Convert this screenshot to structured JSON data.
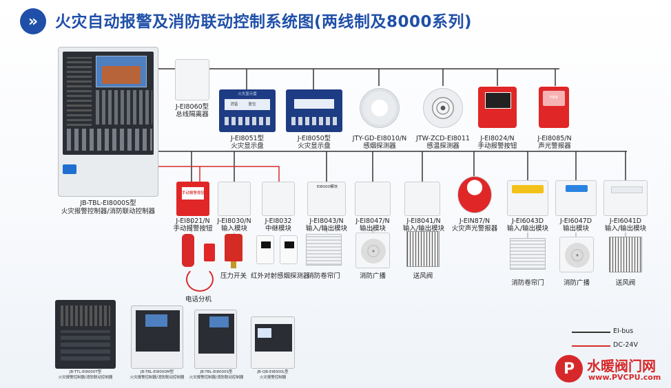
{
  "title": "火灾自动报警及消防联动控制系统图(两线制及8000系列)",
  "main_controller": {
    "label_model": "JB-TBL-EI8000S型",
    "label_desc": "火灾报警控制器/消防联动控制器"
  },
  "top_row": [
    {
      "model": "J-EI8060型",
      "desc": "总线隔离器"
    },
    {
      "model": "J-EI8051型",
      "desc": "火灾显示盘"
    },
    {
      "model": "J-EI8050型",
      "desc": "火灾显示盘"
    },
    {
      "model": "JTY-GD-EI8010/N",
      "desc": "感烟探测器"
    },
    {
      "model": "JTW-ZCD-EI8011",
      "desc": "感温探测器"
    },
    {
      "model": "J-EI8024/N",
      "desc": "手动报警按钮"
    },
    {
      "model": "J-EI8085/N",
      "desc": "声光警报器"
    }
  ],
  "bottom_row": [
    {
      "model": "J-EI8021/N",
      "desc": "手动报警按钮"
    },
    {
      "model": "J-EI8030/N",
      "desc": "输入模块"
    },
    {
      "model": "J-EI8032",
      "desc": "中继模块"
    },
    {
      "model": "J-EI8043/N",
      "desc": "输入/输出模块"
    },
    {
      "model": "J-EI8047/N",
      "desc": "输出模块"
    },
    {
      "model": "J-EI8041/N",
      "desc": "输入/输出模块"
    },
    {
      "model": "J-EIN87/N",
      "desc": "火灾声光警报器"
    },
    {
      "model": "J-EI6043D",
      "desc": "输入/输出模块"
    },
    {
      "model": "J-EI6047D",
      "desc": "输出模块"
    },
    {
      "model": "J-EI6041D",
      "desc": "输入/输出模块"
    }
  ],
  "peripherals": {
    "phone": "电话分机",
    "pressure_switch": "压力开关",
    "ir_detector": "红外对射感烟探测器",
    "shutter1": "消防卷帘门",
    "broadcast1": "消防广播",
    "damper1": "送风阀",
    "shutter2": "消防卷帘门",
    "broadcast2": "消防广播",
    "damper2": "送风阀"
  },
  "screen_labels": {
    "panel_8051": "火灾显示盘",
    "panel_8051_btns": [
      "消音",
      "复位"
    ],
    "module_8021": "手动报警按钮",
    "module_tag": "EI8000模块",
    "bell_tag": "FIRE"
  },
  "catalog": [
    {
      "model": "JB-TTL-EI8000T型",
      "desc": "火灾报警控制器/消防联动控制器"
    },
    {
      "model": "JB-TBL-EI8000M型",
      "desc": "火灾报警控制器/消防联动控制器"
    },
    {
      "model": "JB-TBL-EI8000S型",
      "desc": "火灾报警控制器/消防联动控制器"
    },
    {
      "model": "JB-QB-EI8000L型",
      "desc": "火灾报警控制器"
    }
  ],
  "legend": [
    {
      "label": "EI-bus",
      "color": "#333333"
    },
    {
      "label": "DC-24V",
      "color": "#d62a2a"
    }
  ],
  "watermark": {
    "name": "水暖阀门网",
    "url": "www.PVCPU.com"
  },
  "colors": {
    "accent": "#1f4fa8",
    "bus": "#333333",
    "power": "#d62a2a",
    "watermark": "#d6282a"
  }
}
